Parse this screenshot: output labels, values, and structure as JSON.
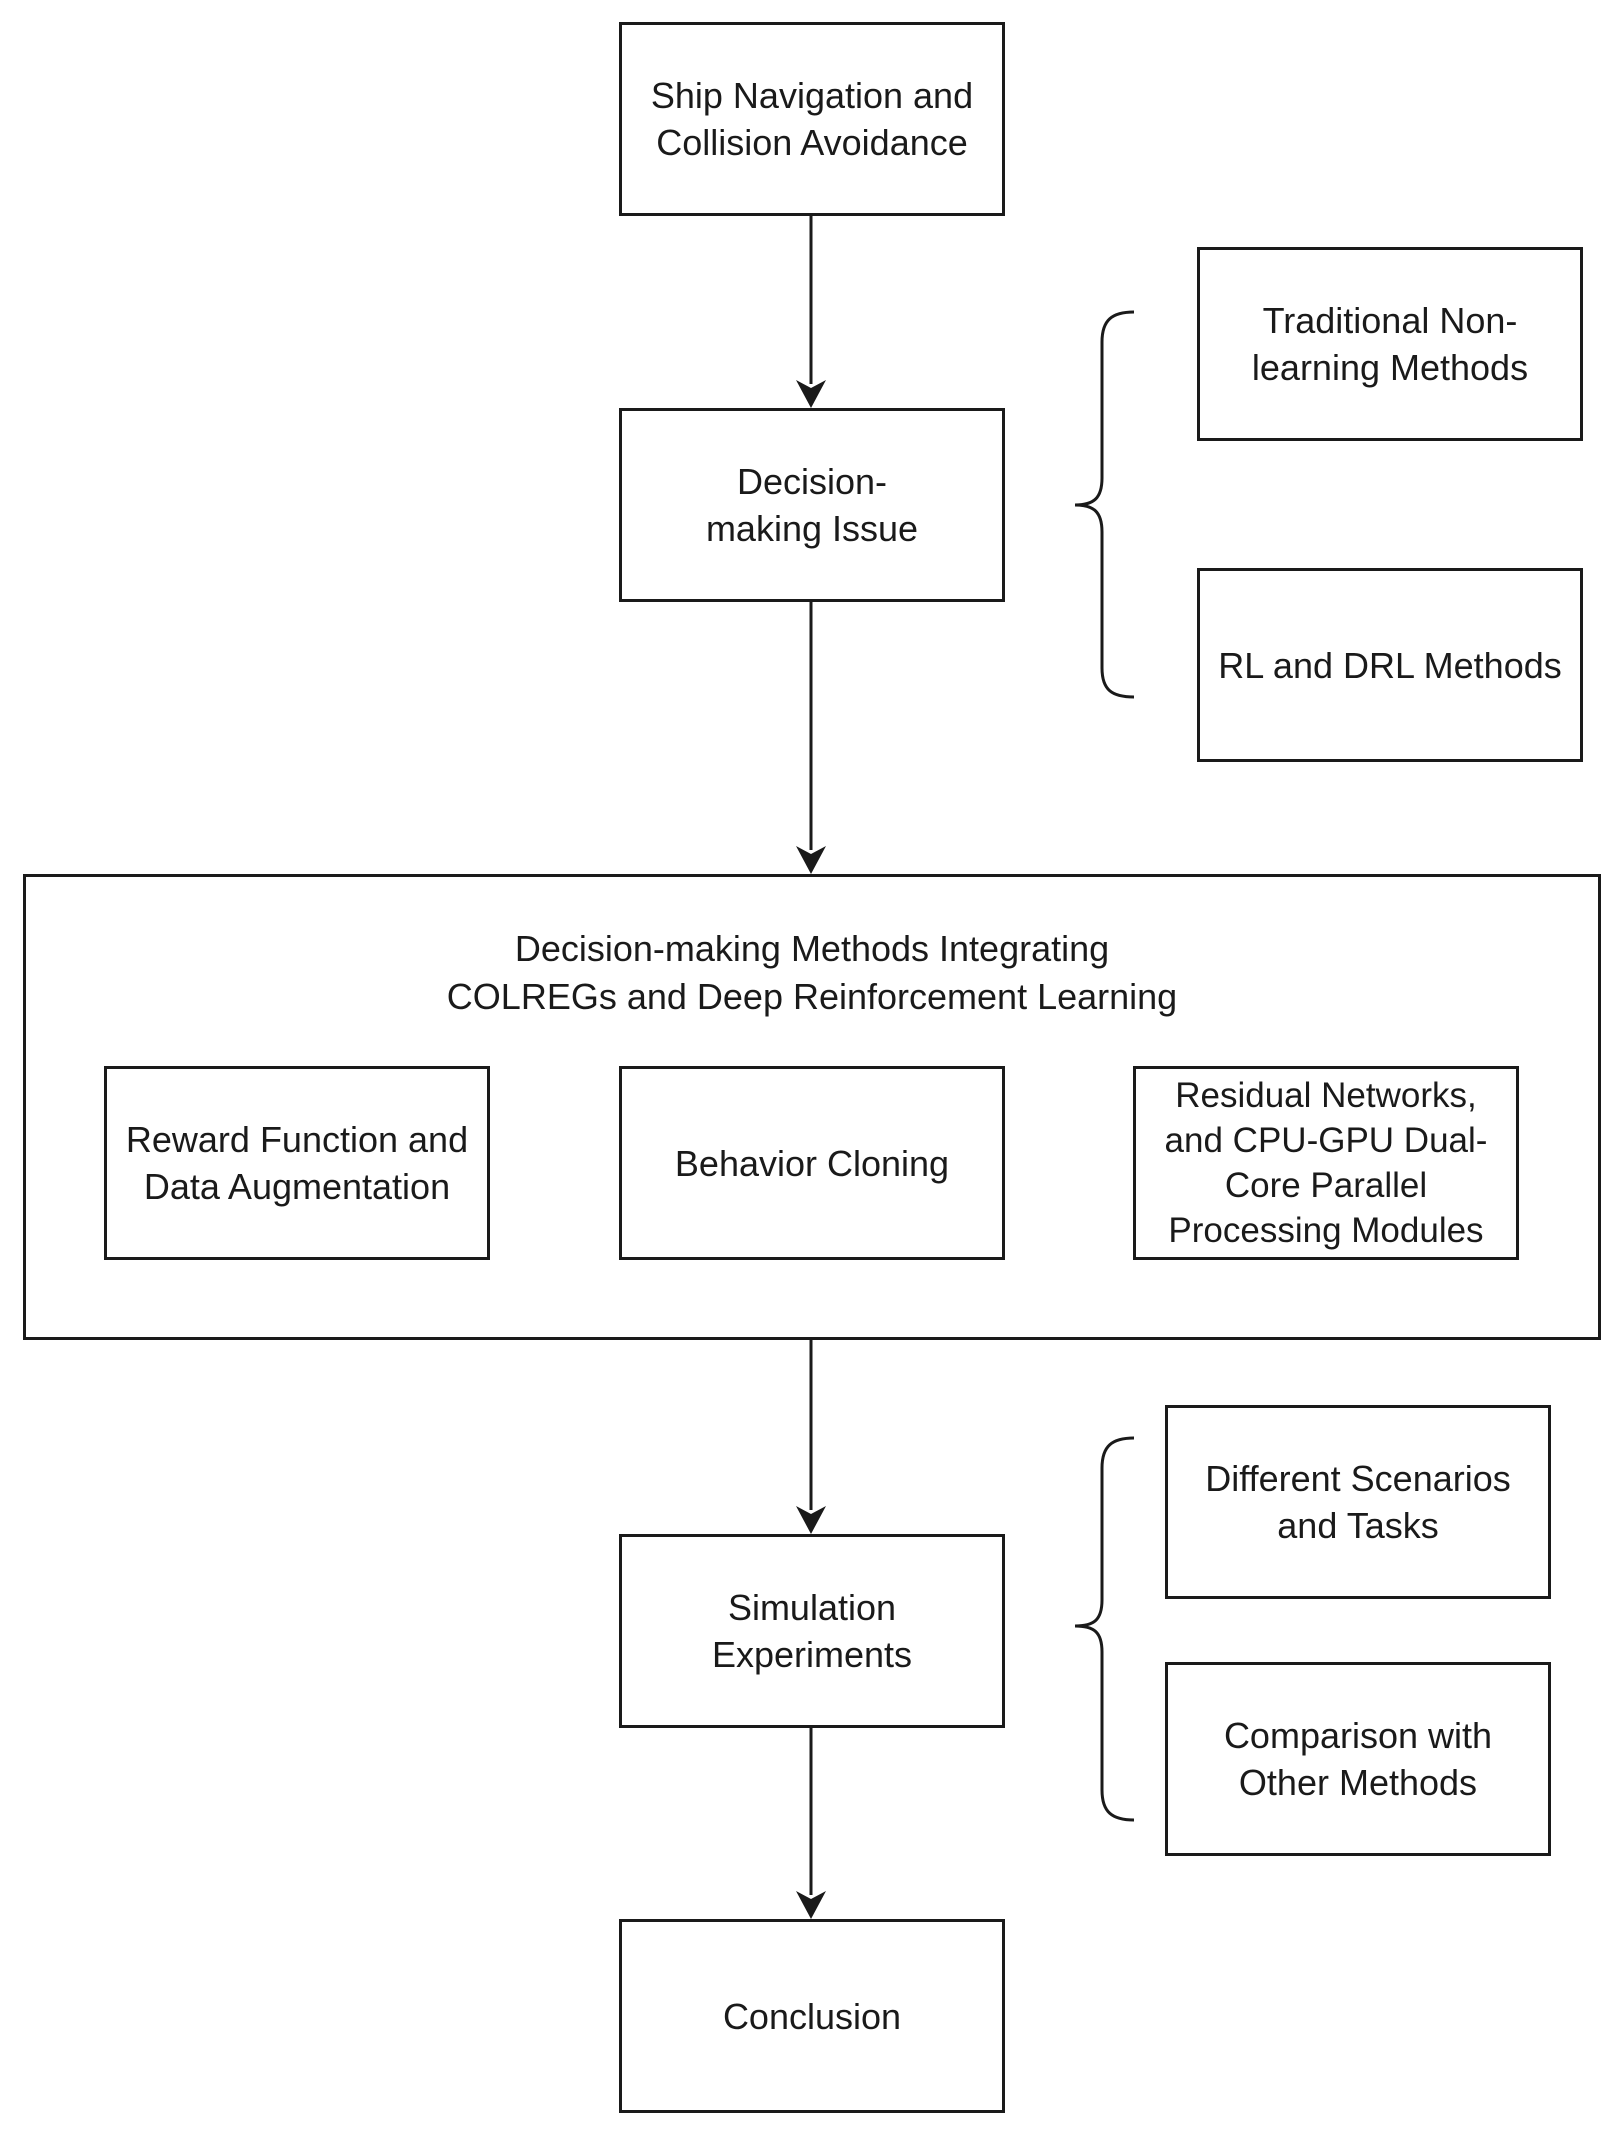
{
  "nodes": {
    "ship_navigation": "Ship Navigation and\nCollision Avoidance",
    "decision_issue": "Decision-\nmaking Issue",
    "traditional_methods": "Traditional Non-\nlearning Methods",
    "rl_drl_methods": "RL and DRL Methods",
    "integrated_methods_title": "Decision-making Methods Integrating\nCOLREGs and Deep Reinforcement Learning",
    "reward_function": "Reward Function and\nData Augmentation",
    "behavior_cloning": "Behavior Cloning",
    "residual_networks": "Residual Networks,\nand CPU-GPU Dual-\nCore Parallel\nProcessing Modules",
    "simulation_experiments": "Simulation\nExperiments",
    "different_scenarios": "Different Scenarios\nand Tasks",
    "comparison_methods": "Comparison with\nOther Methods",
    "conclusion": "Conclusion"
  },
  "style": {
    "line_color": "#1a1a1a",
    "background": "#ffffff"
  }
}
